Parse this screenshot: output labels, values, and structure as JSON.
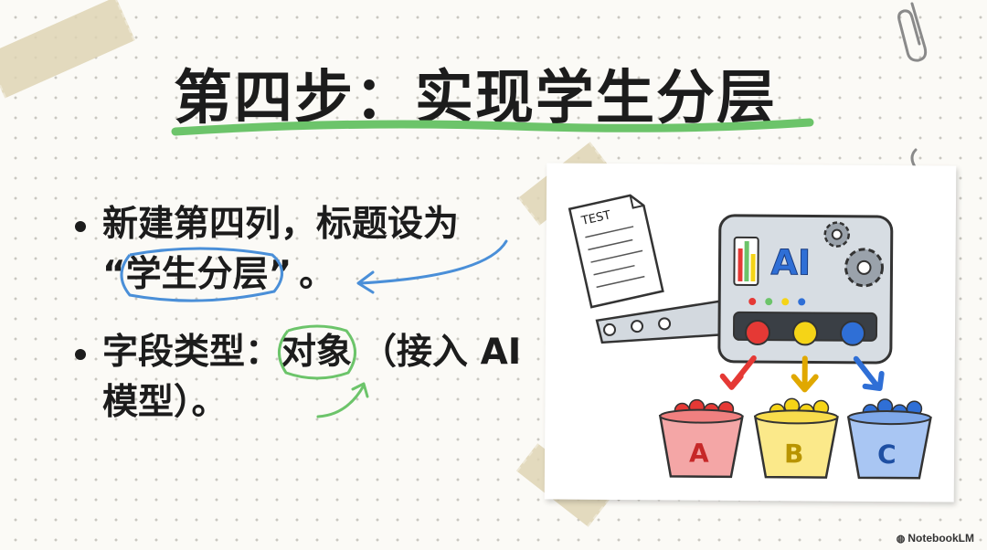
{
  "title": "第四步：实现学生分层",
  "bullets": [
    {
      "line1": "新建第四列，标题设为",
      "quote_open": "“",
      "highlight": "学生分层",
      "quote_close": "”",
      "tail": "。"
    },
    {
      "prefix": "字段类型：",
      "highlight": "对象",
      "suffix": "（接入 AI",
      "line2": "模型）。"
    }
  ],
  "illustration": {
    "test_label": "TEST",
    "ai_label": "AI",
    "bucket_labels": [
      "A",
      "B",
      "C"
    ]
  },
  "brand": "NotebookLM",
  "colors": {
    "underline": "#6cc46a",
    "circle_blue": "#4a8fd8",
    "circle_green": "#6cc46a",
    "red": "#e53935",
    "yellow": "#f5d417",
    "blue": "#2f6fd6"
  }
}
